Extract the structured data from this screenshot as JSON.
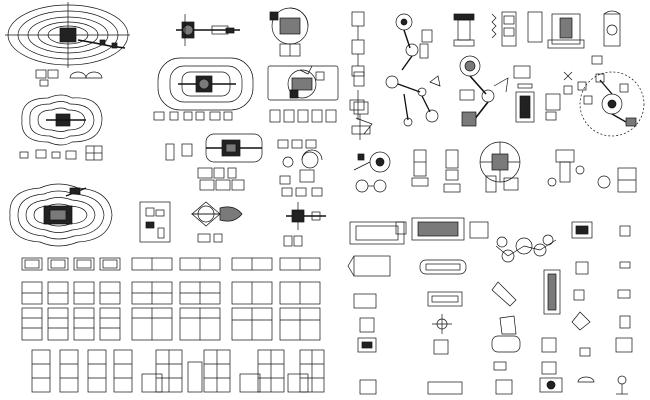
{
  "sheet": {
    "description_text": "",
    "colors": {
      "background": "#ffffff",
      "line": "#111111",
      "fill_dark": "#222222",
      "fill_mid": "#7a7a7a"
    },
    "regions": [
      {
        "id": "radiation-zone-plans",
        "symbol": "contour-plan-with-equipment"
      },
      {
        "id": "imaging-equipment-plans",
        "symbol": "equipment-plan-views"
      },
      {
        "id": "ceiling-mounted-arms",
        "symbol": "articulated-arm"
      },
      {
        "id": "surgical-lights",
        "symbol": "surgical-light-cluster"
      },
      {
        "id": "cabinet-elevations",
        "symbol": "cabinet-elevation"
      },
      {
        "id": "patient-tables",
        "symbol": "table-plan"
      },
      {
        "id": "small-equipment",
        "symbol": "equipment-block"
      }
    ]
  }
}
